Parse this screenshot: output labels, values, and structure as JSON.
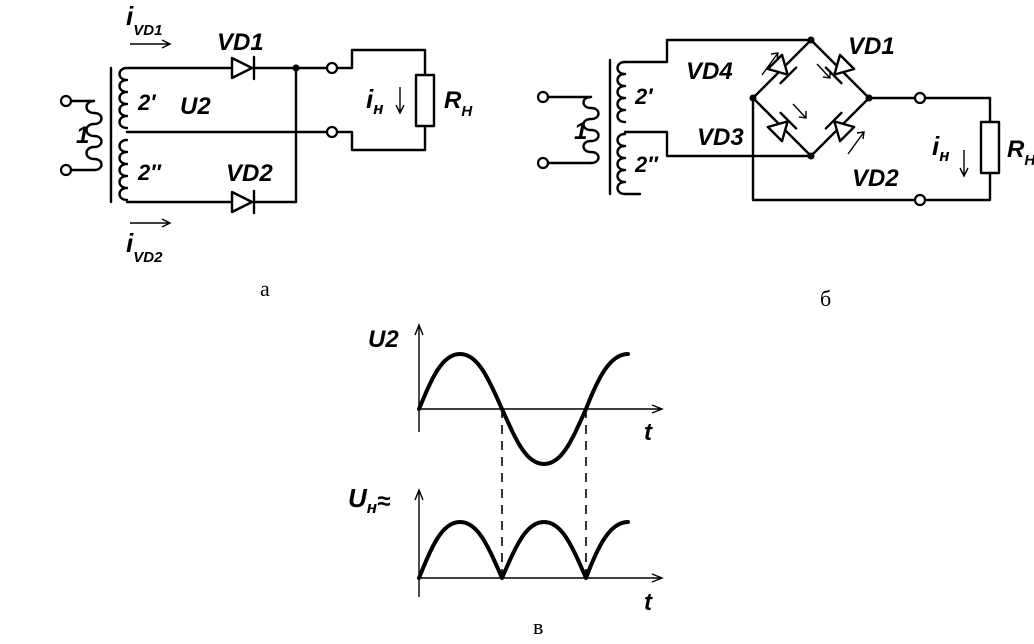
{
  "diagram_a": {
    "caption": "а",
    "label_i_vd1": "i",
    "label_i_vd1_sub": "VD1",
    "label_i_vd2": "i",
    "label_i_vd2_sub": "VD2",
    "label_vd1": "VD1",
    "label_vd2": "VD2",
    "label_winding1": "1",
    "label_winding2a": "2′",
    "label_winding2b": "2″",
    "label_u2": "U2",
    "label_in": "i",
    "label_in_sub": "н",
    "label_rn": "R",
    "label_rn_sub": "Н"
  },
  "diagram_b": {
    "caption": "б",
    "label_vd1": "VD1",
    "label_vd2": "VD2",
    "label_vd3": "VD3",
    "label_vd4": "VD4",
    "label_winding1": "1",
    "label_winding2a": "2′",
    "label_winding2b": "2″",
    "label_in": "i",
    "label_in_sub": "н",
    "label_rn": "R",
    "label_rn_sub": "Н"
  },
  "diagram_c": {
    "caption": "в",
    "label_u2": "U2",
    "label_t_top": "t",
    "label_un": "U",
    "label_un_sub": "н",
    "label_un_suffix": "≈",
    "label_t_bottom": "t"
  }
}
